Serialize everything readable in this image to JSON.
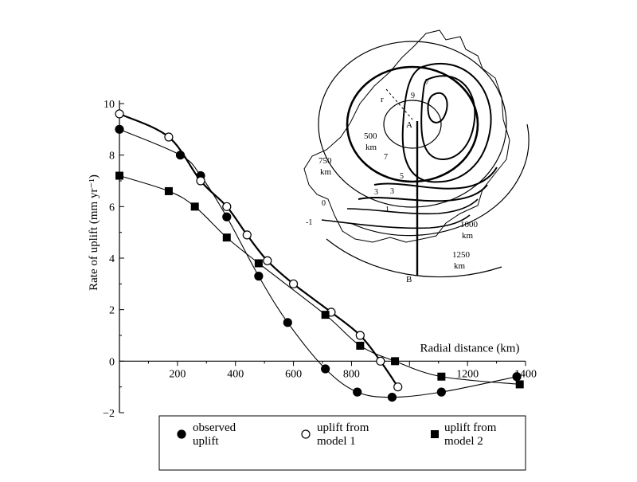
{
  "chart_data": {
    "type": "line",
    "xlabel": "Radial distance (km)",
    "ylabel": "Rate of uplift (mm yr⁻¹)",
    "xlim": [
      0,
      1400
    ],
    "ylim": [
      -2,
      10
    ],
    "x_ticks": [
      "200",
      "400",
      "600",
      "800",
      "1200",
      "1400"
    ],
    "x_tick_values": [
      200,
      400,
      600,
      800,
      1200,
      1400
    ],
    "y_ticks": [
      "−2",
      "0",
      "2",
      "4",
      "6",
      "8",
      "10"
    ],
    "y_tick_values": [
      -2,
      0,
      2,
      4,
      6,
      8,
      10
    ],
    "grid": false,
    "series": [
      {
        "name": "observed uplift",
        "marker": "filled-circle",
        "x": [
          0,
          210,
          280,
          370,
          480,
          580,
          710,
          820,
          940,
          1110,
          1370
        ],
        "y": [
          9.0,
          8.0,
          7.2,
          5.6,
          3.3,
          1.5,
          -0.3,
          -1.2,
          -1.4,
          -1.2,
          -0.6
        ]
      },
      {
        "name": "uplift from model 1",
        "marker": "open-circle",
        "x": [
          0,
          170,
          280,
          370,
          440,
          510,
          600,
          730,
          830,
          900,
          960
        ],
        "y": [
          9.6,
          8.7,
          7.0,
          6.0,
          4.9,
          3.9,
          3.0,
          1.9,
          1.0,
          0.0,
          -1.0
        ]
      },
      {
        "name": "uplift from model 2",
        "marker": "filled-square",
        "x": [
          0,
          170,
          260,
          370,
          480,
          710,
          830,
          950,
          1110,
          1380
        ],
        "y": [
          7.2,
          6.6,
          6.0,
          4.8,
          3.8,
          1.8,
          0.6,
          0.0,
          -0.6,
          -0.9
        ]
      }
    ],
    "legend": {
      "placement": "bottom",
      "items": [
        {
          "marker": "filled-circle",
          "line1": "observed",
          "line2": "uplift"
        },
        {
          "marker": "open-circle",
          "line1": "uplift from",
          "line2": "model 1"
        },
        {
          "marker": "filled-square",
          "line1": "uplift from",
          "line2": "model 2"
        }
      ]
    },
    "inset_map": {
      "ring_labels": [
        {
          "value": "500",
          "unit": "km"
        },
        {
          "value": "750",
          "unit": "km"
        },
        {
          "value": "1000",
          "unit": "km"
        },
        {
          "value": "1250",
          "unit": "km"
        }
      ],
      "point_labels": [
        "A",
        "B",
        "r"
      ],
      "contour_labels": [
        "9",
        "7",
        "7",
        "5",
        "3",
        "3",
        "1",
        "0",
        "-1"
      ]
    }
  }
}
